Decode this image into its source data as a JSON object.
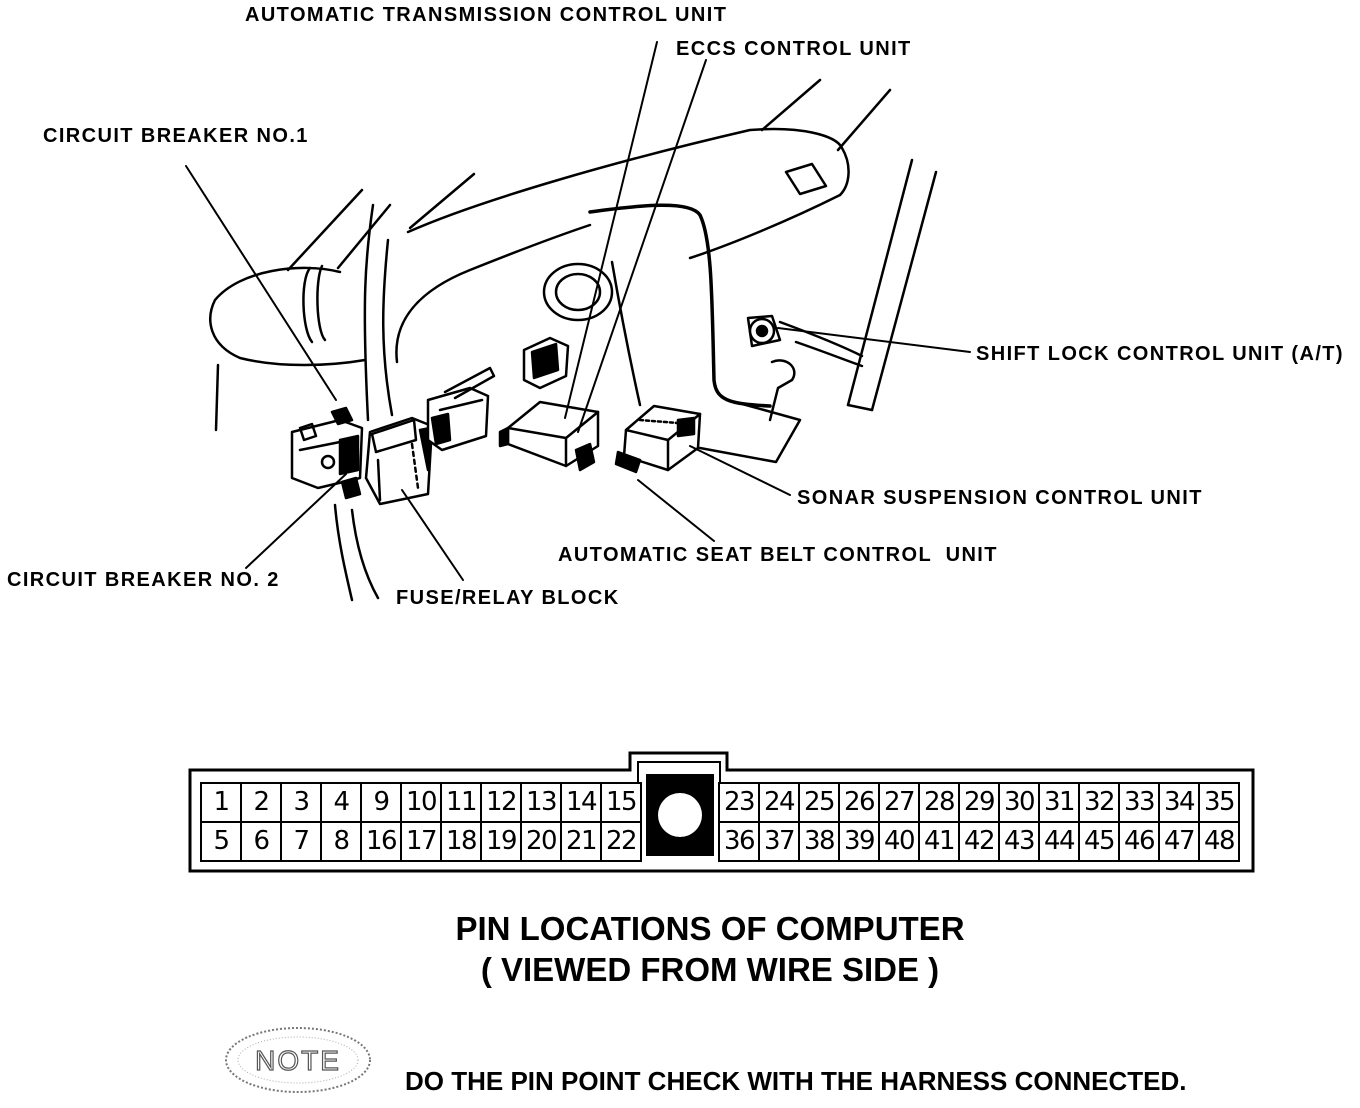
{
  "diagram": {
    "labels": {
      "automatic_transmission_control_unit": "AUTOMATIC TRANSMISSION CONTROL UNIT",
      "eccs_control_unit": "ECCS CONTROL UNIT",
      "circuit_breaker_1": "CIRCUIT BREAKER NO.1",
      "shift_lock_control_unit": "SHIFT LOCK CONTROL UNIT (A/T)",
      "sonar_suspension_control_unit": "SONAR SUSPENSION CONTROL UNIT",
      "automatic_seat_belt_control_unit": "AUTOMATIC SEAT BELT CONTROL  UNIT",
      "circuit_breaker_2": "CIRCUIT BREAKER NO. 2",
      "fuse_relay_block": "FUSE/RELAY BLOCK"
    }
  },
  "connector": {
    "left_top": [
      "1",
      "2",
      "3",
      "4",
      "9",
      "10",
      "11",
      "12",
      "13",
      "14",
      "15"
    ],
    "left_bottom": [
      "5",
      "6",
      "7",
      "8",
      "16",
      "17",
      "18",
      "19",
      "20",
      "21",
      "22"
    ],
    "right_top": [
      "23",
      "24",
      "25",
      "26",
      "27",
      "28",
      "29",
      "30",
      "31",
      "32",
      "33",
      "34",
      "35"
    ],
    "right_bottom": [
      "36",
      "37",
      "38",
      "39",
      "40",
      "41",
      "42",
      "43",
      "44",
      "45",
      "46",
      "47",
      "48"
    ]
  },
  "caption": {
    "line1": "PIN LOCATIONS OF COMPUTER",
    "line2": "( VIEWED FROM WIRE SIDE )"
  },
  "note": {
    "icon": "note-stamp-icon",
    "stamp": "NOTE",
    "text": "DO THE PIN POINT CHECK WITH THE HARNESS CONNECTED."
  },
  "colors": {
    "ink": "#000000",
    "paper": "#ffffff"
  }
}
